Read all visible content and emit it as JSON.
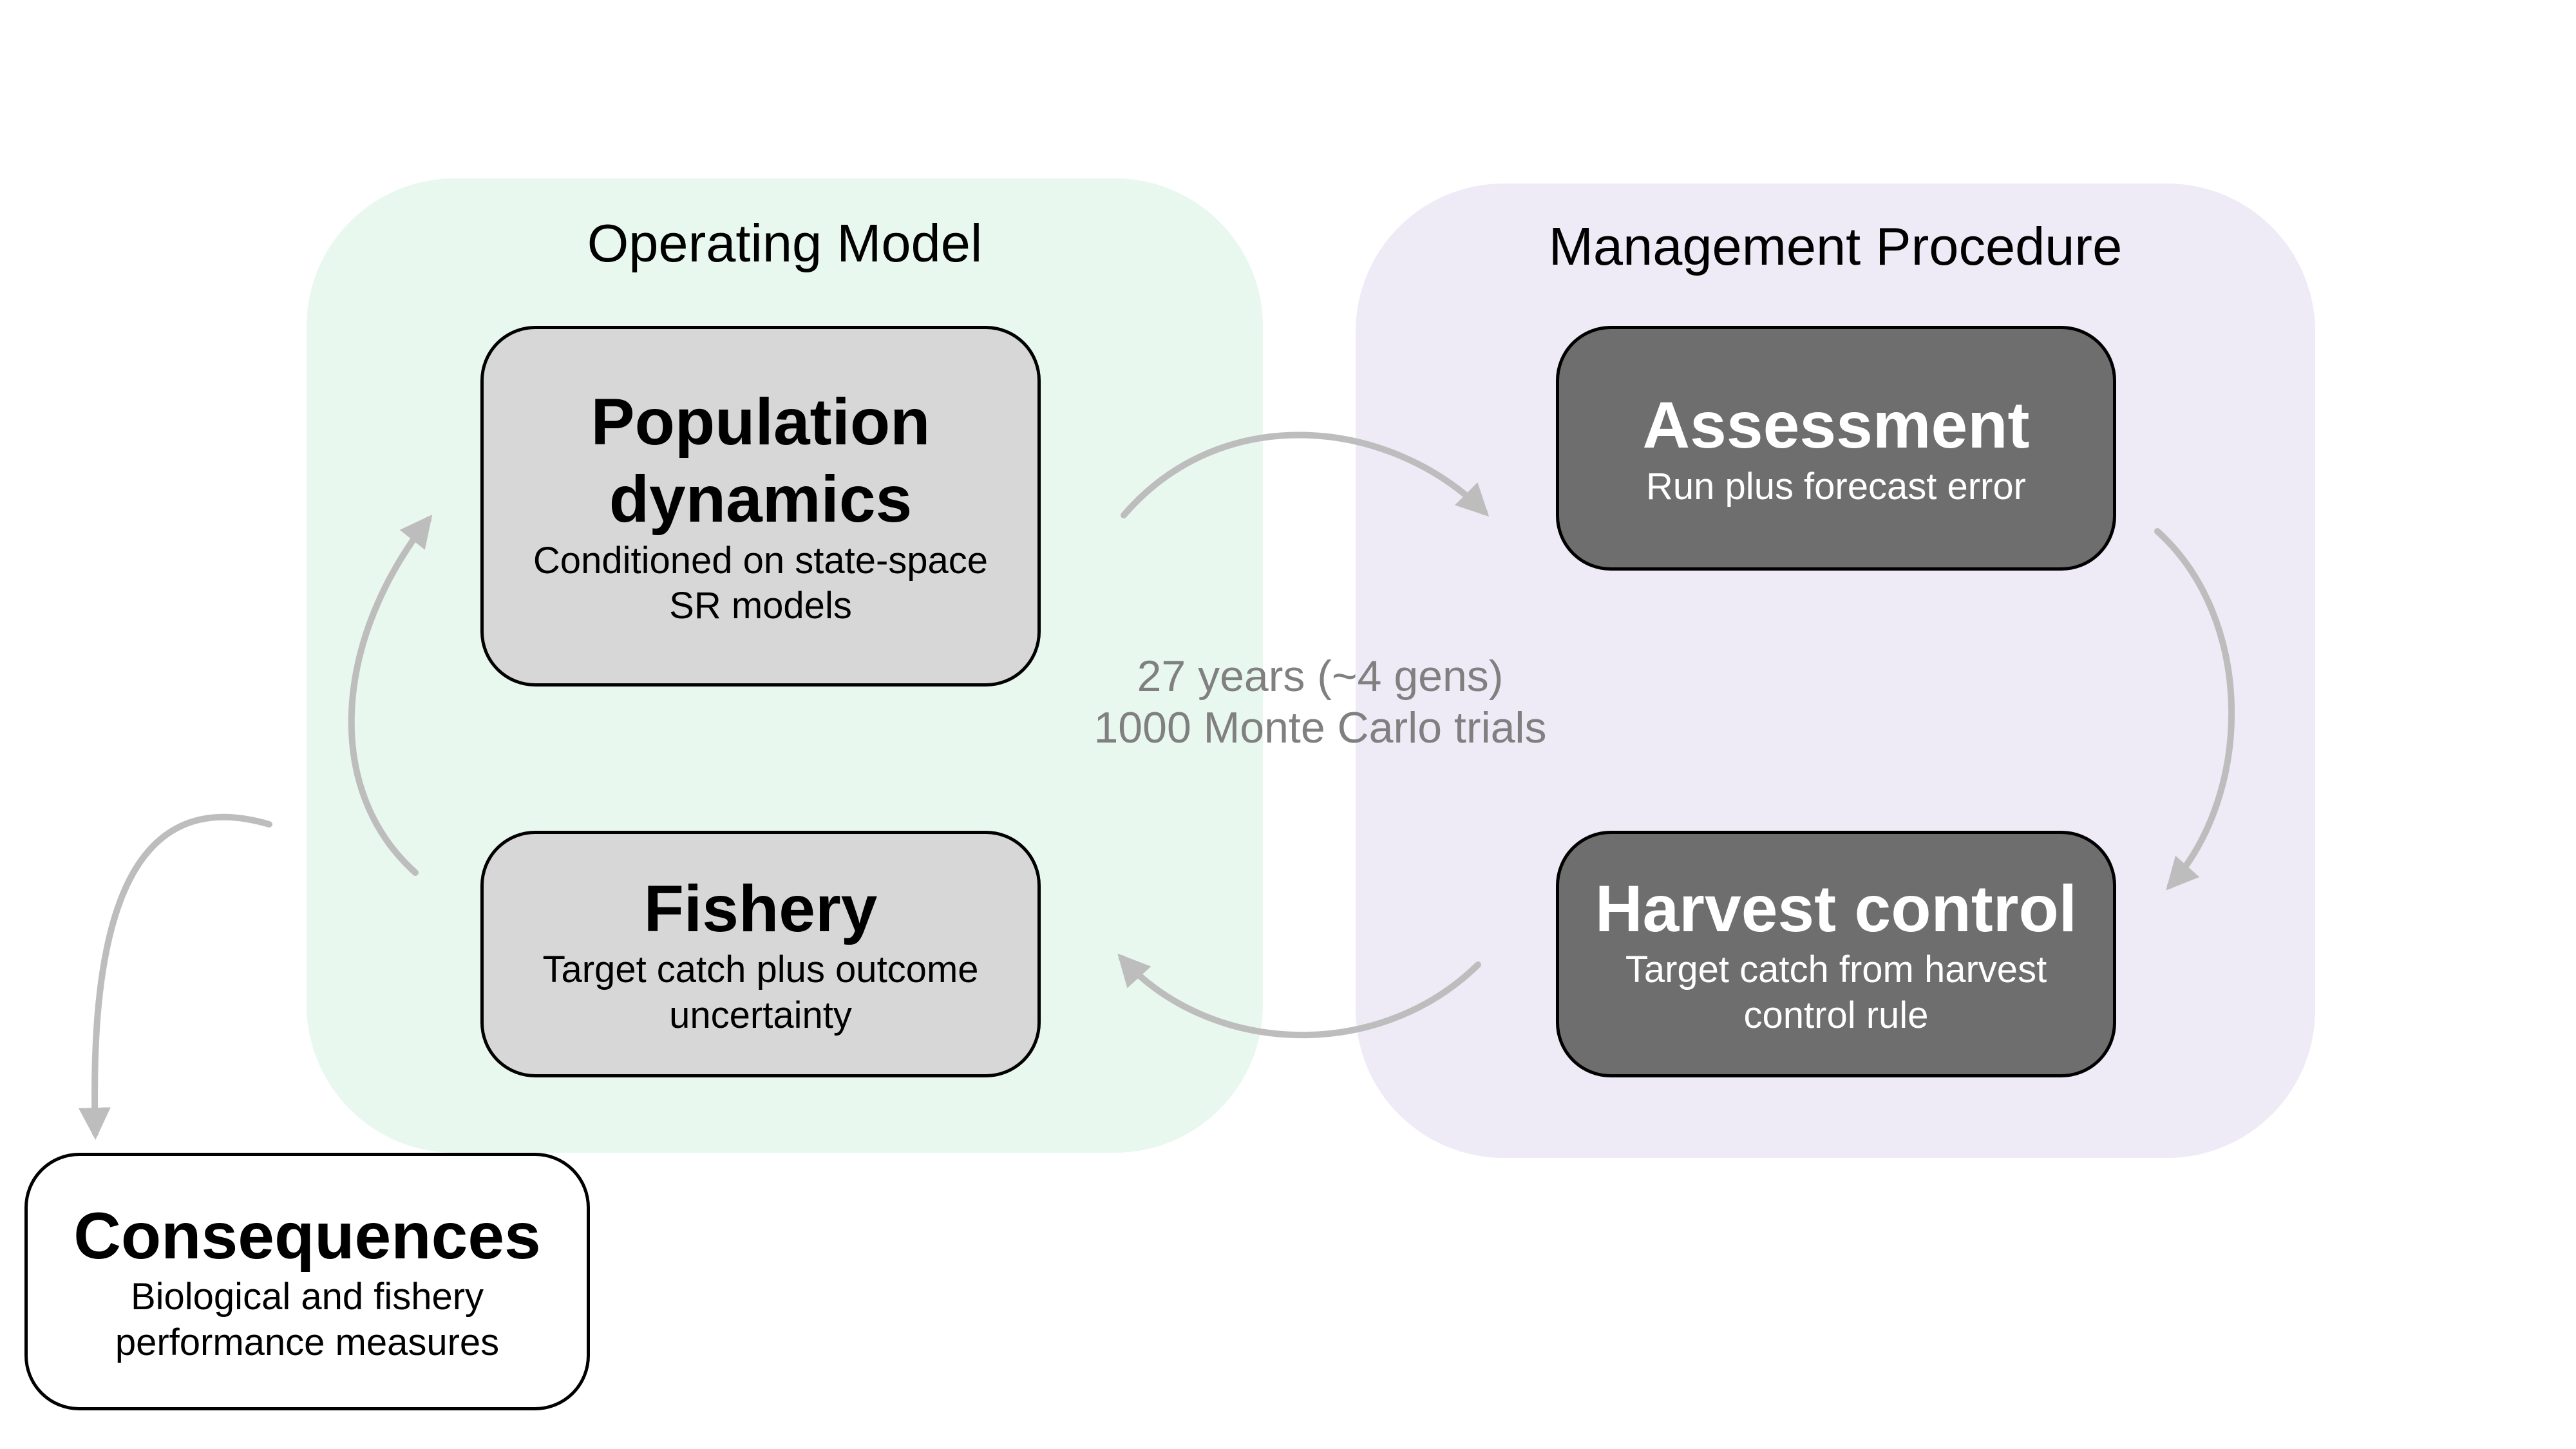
{
  "regions": {
    "operating_model": "Operating Model",
    "management_procedure": "Management Procedure"
  },
  "boxes": {
    "population_dynamics": {
      "title_line1": "Population",
      "title_line2": "dynamics",
      "sub_line1": "Conditioned on state-space",
      "sub_line2": "SR models"
    },
    "fishery": {
      "title": "Fishery",
      "sub_line1": "Target catch plus outcome",
      "sub_line2": "uncertainty"
    },
    "assessment": {
      "title": "Assessment",
      "sub": "Run plus forecast error"
    },
    "harvest_control": {
      "title": "Harvest control",
      "sub_line1": "Target catch from harvest",
      "sub_line2": "control rule"
    },
    "consequences": {
      "title": "Consequences",
      "sub_line1": "Biological and fishery",
      "sub_line2": "performance measures"
    }
  },
  "center_label": {
    "line1": "27 years (~4 gens)",
    "line2": "1000 Monte Carlo trials"
  },
  "colors": {
    "operating_model_bg": "#d9f4e4",
    "management_procedure_bg": "#e3dcf0",
    "light_box": "#d7d7d7",
    "dark_box": "#6e6e6e",
    "arrow": "#bdbdbd"
  }
}
